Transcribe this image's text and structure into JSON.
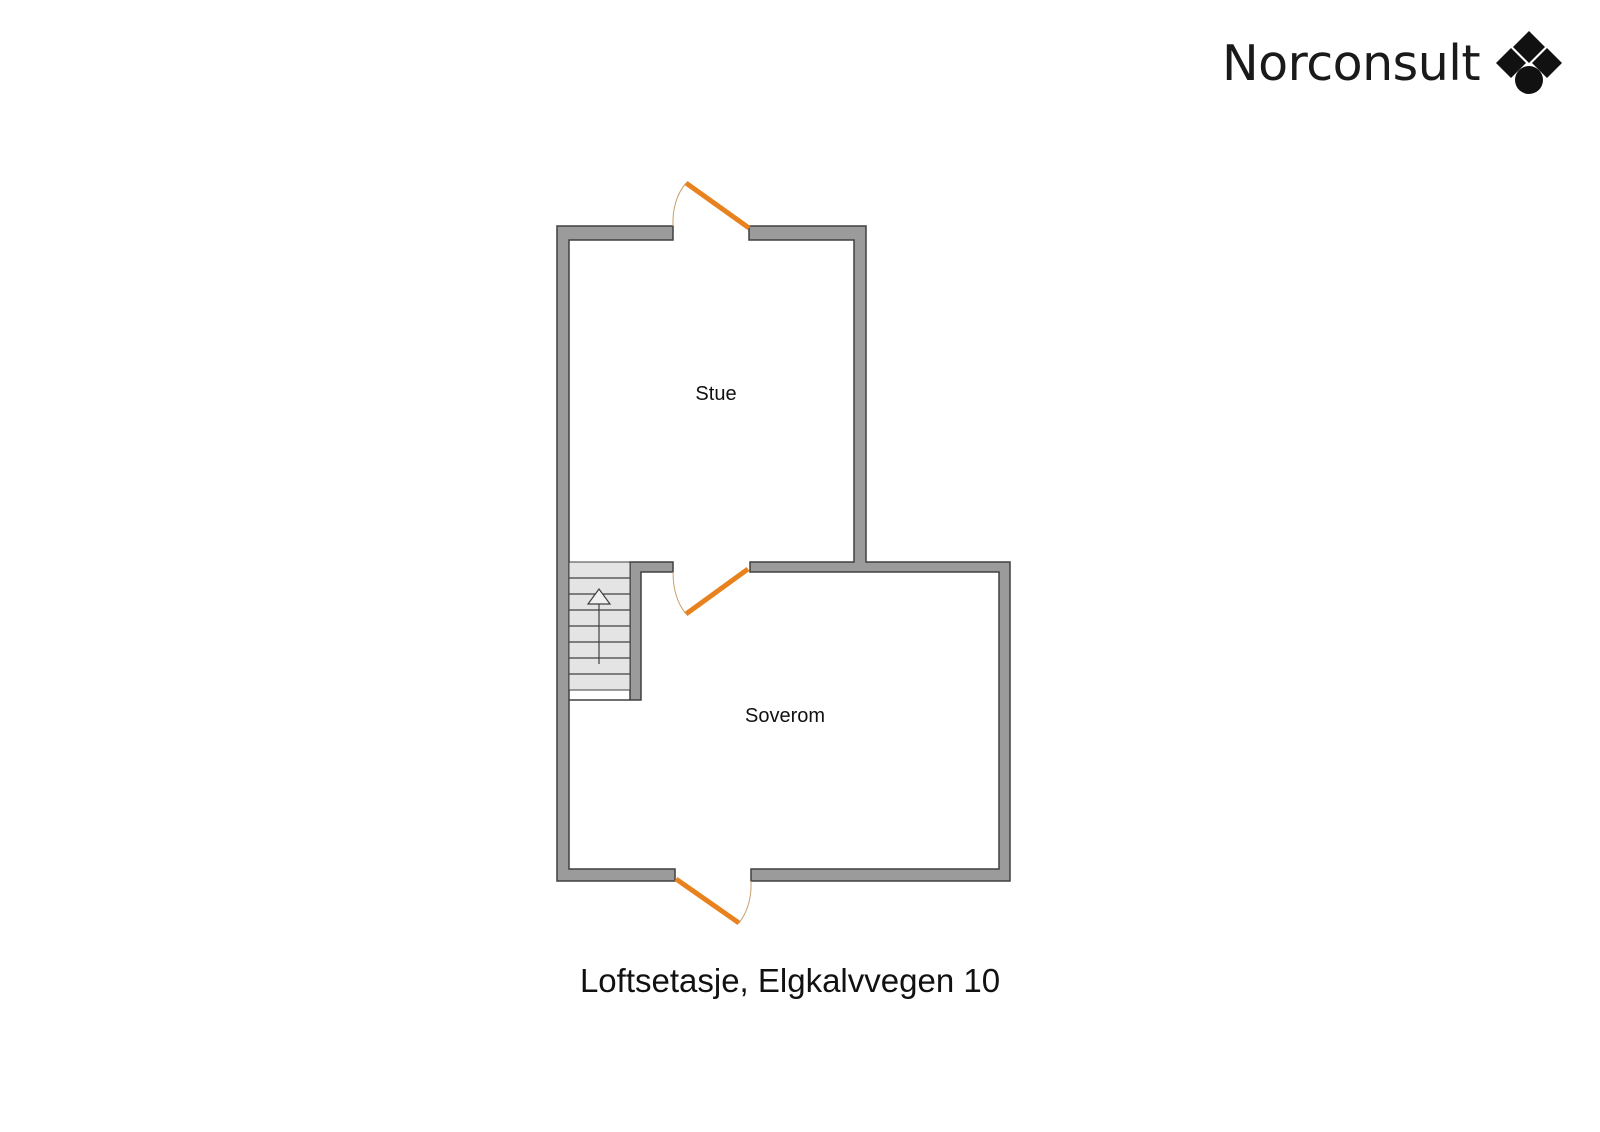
{
  "brand": {
    "name": "Norconsult",
    "mark_icon": "norconsult-diamonds-logo-icon"
  },
  "floor_plan": {
    "caption": "Loftsetasje, Elgkalvvegen 10",
    "rooms": [
      {
        "id": "stue",
        "label": "Stue"
      },
      {
        "id": "soverom",
        "label": "Soverom"
      }
    ],
    "doors": [
      {
        "id": "door-top",
        "connects": "Stue / exterior"
      },
      {
        "id": "door-middle",
        "connects": "Stue / Soverom"
      },
      {
        "id": "door-bottom",
        "connects": "Soverom / exterior"
      }
    ],
    "stair": {
      "steps": 8,
      "direction": "up"
    },
    "colors": {
      "wall_fill": "#9b9b9b",
      "wall_stroke": "#404040",
      "door_leaf": "#e8821e",
      "door_arc": "#c8a06e",
      "stair_fill": "#e4e4e4",
      "stair_stroke": "#404040",
      "background": "#ffffff"
    }
  }
}
